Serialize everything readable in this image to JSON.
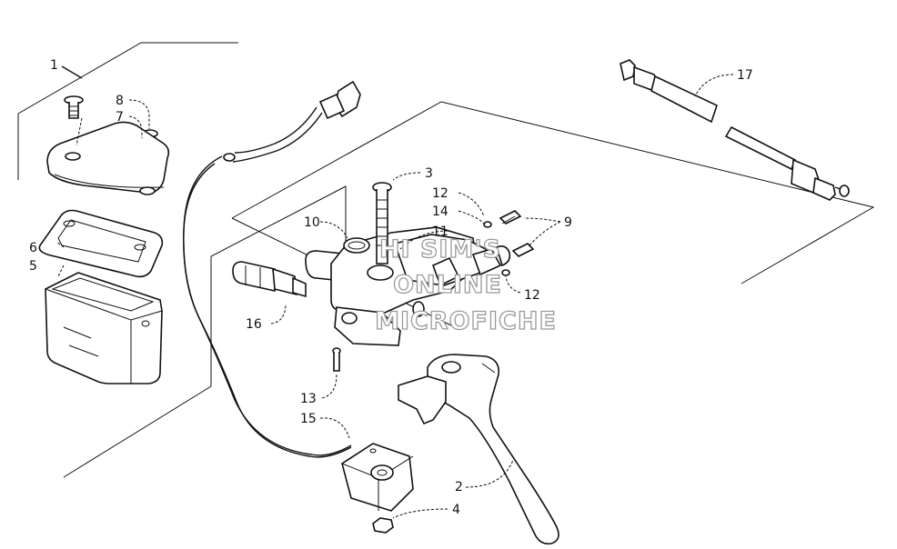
{
  "watermark": {
    "line1": "HI SIM'S",
    "line2": "ONLINE",
    "line3": "MICROFICHE"
  },
  "callouts": [
    {
      "id": "c1",
      "label": "1"
    },
    {
      "id": "c2",
      "label": "2"
    },
    {
      "id": "c3",
      "label": "3"
    },
    {
      "id": "c4",
      "label": "4"
    },
    {
      "id": "c5",
      "label": "5"
    },
    {
      "id": "c6",
      "label": "6"
    },
    {
      "id": "c7",
      "label": "7"
    },
    {
      "id": "c8",
      "label": "8"
    },
    {
      "id": "c9",
      "label": "9"
    },
    {
      "id": "c10",
      "label": "10"
    },
    {
      "id": "c11",
      "label": "11"
    },
    {
      "id": "c12a",
      "label": "12"
    },
    {
      "id": "c12b",
      "label": "12"
    },
    {
      "id": "c13",
      "label": "13"
    },
    {
      "id": "c14",
      "label": "14"
    },
    {
      "id": "c15",
      "label": "15"
    },
    {
      "id": "c16",
      "label": "16"
    },
    {
      "id": "c17",
      "label": "17"
    }
  ]
}
